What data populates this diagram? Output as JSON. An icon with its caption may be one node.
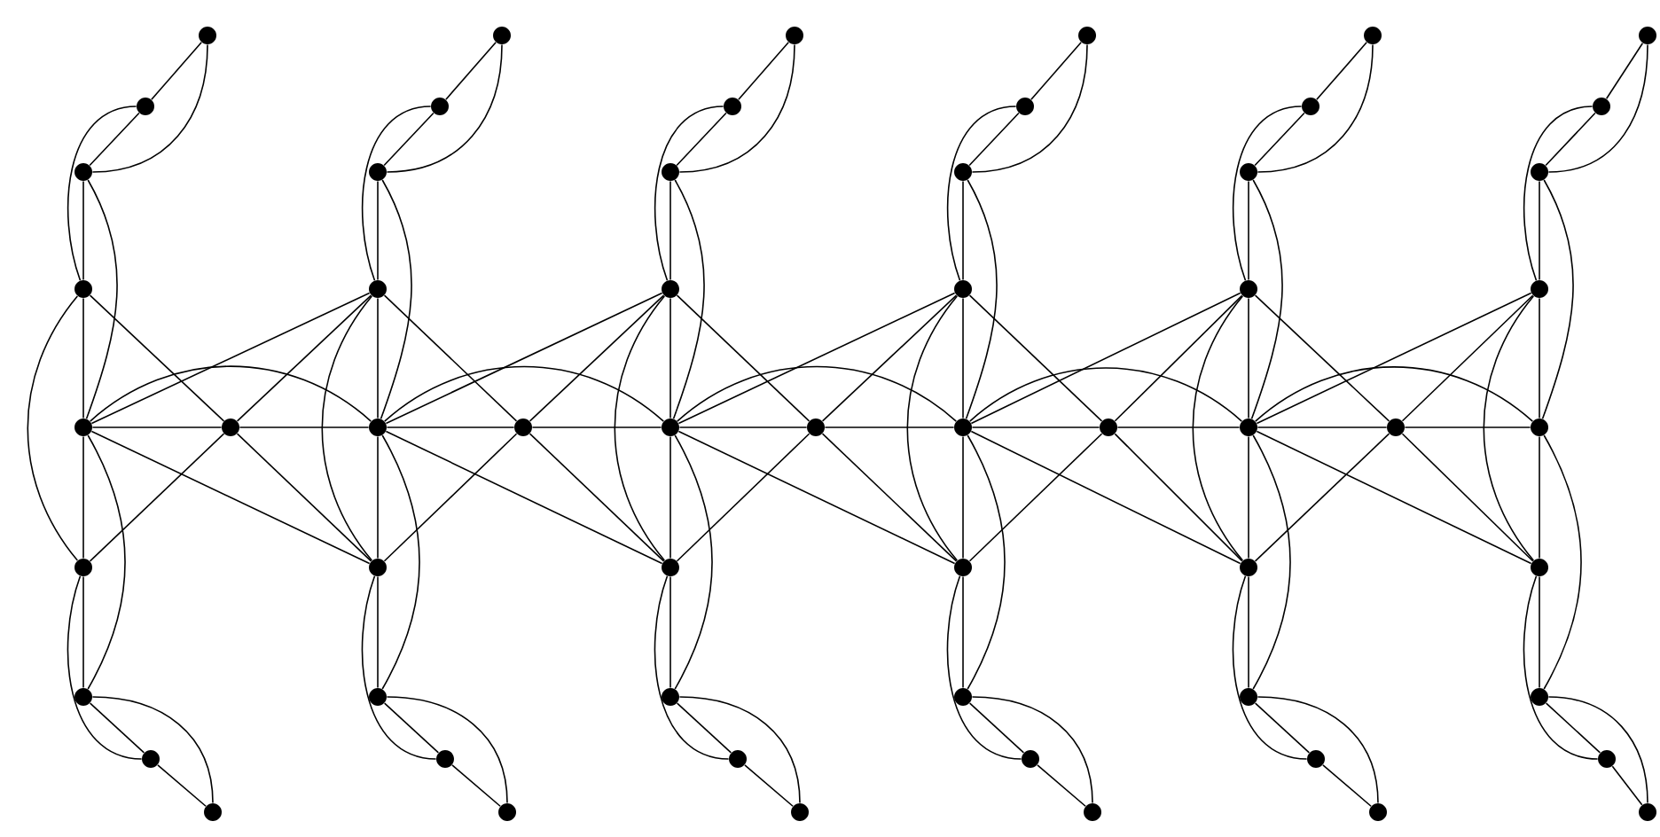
{
  "diagram": {
    "nodes": [
      {
        "text": [],
        "shape": "circle"
      },
      {
        "text": [],
        "shape": "circle"
      },
      {
        "text": [],
        "shape": "circle"
      },
      {
        "text": [],
        "shape": "circle"
      },
      {
        "text": [],
        "shape": "circle"
      },
      {
        "text": [],
        "shape": "circle"
      },
      {
        "text": [],
        "shape": "circle"
      },
      {
        "text": [],
        "shape": "circle"
      },
      {
        "text": [],
        "shape": "circle"
      },
      {
        "text": [],
        "shape": "circle"
      },
      {
        "text": [],
        "shape": "circle"
      },
      {
        "text": [],
        "shape": "circle"
      },
      {
        "text": [],
        "shape": "circle"
      },
      {
        "text": [],
        "shape": "circle"
      },
      {
        "text": [],
        "shape": "circle"
      },
      {
        "text": [],
        "shape": "circle"
      },
      {
        "text": [],
        "shape": "circle"
      },
      {
        "text": [],
        "shape": "circle"
      },
      {
        "text": [],
        "shape": "circle"
      },
      {
        "text": [],
        "shape": "circle"
      },
      {
        "text": [],
        "shape": "circle"
      },
      {
        "text": [],
        "shape": "circle"
      },
      {
        "text": [],
        "shape": "circle"
      },
      {
        "text": [],
        "shape": "circle"
      },
      {
        "text": [],
        "shape": "circle"
      },
      {
        "text": [],
        "shape": "circle"
      },
      {
        "text": [],
        "shape": "circle"
      },
      {
        "text": [],
        "shape": "circle"
      },
      {
        "text": [],
        "shape": "circle"
      },
      {
        "text": [],
        "shape": "circle"
      },
      {
        "text": [],
        "shape": "circle"
      },
      {
        "text": [],
        "shape": "circle"
      },
      {
        "text": [],
        "shape": "circle"
      },
      {
        "text": [],
        "shape": "circle"
      },
      {
        "text": [],
        "shape": "circle"
      },
      {
        "text": [],
        "shape": "circle"
      },
      {
        "text": [],
        "shape": "circle"
      },
      {
        "text": [],
        "shape": "circle"
      },
      {
        "text": [],
        "shape": "circle"
      },
      {
        "text": [],
        "shape": "circle"
      },
      {
        "text": [],
        "shape": "circle"
      },
      {
        "text": [],
        "shape": "circle"
      },
      {
        "text": [],
        "shape": "circle"
      },
      {
        "text": [],
        "shape": "circle"
      },
      {
        "text": [],
        "shape": "circle"
      },
      {
        "text": [],
        "shape": "circle"
      },
      {
        "text": [],
        "shape": "circle"
      },
      {
        "text": [],
        "shape": "circle"
      },
      {
        "text": [],
        "shape": "circle"
      },
      {
        "text": [],
        "shape": "circle"
      },
      {
        "text": [],
        "shape": "circle"
      },
      {
        "text": [],
        "shape": "circle"
      },
      {
        "text": [],
        "shape": "circle"
      },
      {
        "text": [],
        "shape": "circle"
      },
      {
        "text": [],
        "shape": "circle"
      },
      {
        "text": [],
        "shape": "circle"
      },
      {
        "text": [],
        "shape": "circle"
      },
      {
        "text": [],
        "shape": "circle"
      },
      {
        "text": [],
        "shape": "circle"
      }
    ],
    "edges": [
      {
        "from": 0,
        "to": 1,
        "arrow": "none"
      },
      {
        "from": 1,
        "to": 2,
        "arrow": "none"
      },
      {
        "from": 0,
        "to": 2,
        "arrow": "none"
      },
      {
        "from": 1,
        "to": 3,
        "arrow": "none"
      },
      {
        "from": 2,
        "to": 3,
        "arrow": "none"
      },
      {
        "from": 3,
        "to": 4,
        "arrow": "none"
      },
      {
        "from": 4,
        "to": 5,
        "arrow": "none"
      },
      {
        "from": 5,
        "to": 6,
        "arrow": "none"
      },
      {
        "from": 2,
        "to": 4,
        "arrow": "none"
      },
      {
        "from": 6,
        "to": 7,
        "arrow": "none"
      },
      {
        "from": 7,
        "to": 8,
        "arrow": "none"
      },
      {
        "from": 6,
        "to": 8,
        "arrow": "none"
      },
      {
        "from": 5,
        "to": 7,
        "arrow": "none"
      },
      {
        "from": 4,
        "to": 6,
        "arrow": "none"
      },
      {
        "from": 3,
        "to": 5,
        "arrow": "none"
      },
      {
        "from": 9,
        "to": 10,
        "arrow": "none"
      },
      {
        "from": 10,
        "to": 11,
        "arrow": "none"
      },
      {
        "from": 9,
        "to": 11,
        "arrow": "none"
      },
      {
        "from": 10,
        "to": 12,
        "arrow": "none"
      },
      {
        "from": 11,
        "to": 12,
        "arrow": "none"
      },
      {
        "from": 12,
        "to": 13,
        "arrow": "none"
      },
      {
        "from": 13,
        "to": 14,
        "arrow": "none"
      },
      {
        "from": 14,
        "to": 15,
        "arrow": "none"
      },
      {
        "from": 11,
        "to": 13,
        "arrow": "none"
      },
      {
        "from": 15,
        "to": 16,
        "arrow": "none"
      },
      {
        "from": 16,
        "to": 17,
        "arrow": "none"
      },
      {
        "from": 15,
        "to": 17,
        "arrow": "none"
      },
      {
        "from": 14,
        "to": 16,
        "arrow": "none"
      },
      {
        "from": 13,
        "to": 15,
        "arrow": "none"
      },
      {
        "from": 12,
        "to": 14,
        "arrow": "none"
      },
      {
        "from": 18,
        "to": 19,
        "arrow": "none"
      },
      {
        "from": 19,
        "to": 20,
        "arrow": "none"
      },
      {
        "from": 18,
        "to": 20,
        "arrow": "none"
      },
      {
        "from": 19,
        "to": 21,
        "arrow": "none"
      },
      {
        "from": 20,
        "to": 21,
        "arrow": "none"
      },
      {
        "from": 21,
        "to": 22,
        "arrow": "none"
      },
      {
        "from": 22,
        "to": 23,
        "arrow": "none"
      },
      {
        "from": 23,
        "to": 24,
        "arrow": "none"
      },
      {
        "from": 20,
        "to": 22,
        "arrow": "none"
      },
      {
        "from": 24,
        "to": 25,
        "arrow": "none"
      },
      {
        "from": 25,
        "to": 26,
        "arrow": "none"
      },
      {
        "from": 24,
        "to": 26,
        "arrow": "none"
      },
      {
        "from": 23,
        "to": 25,
        "arrow": "none"
      },
      {
        "from": 22,
        "to": 24,
        "arrow": "none"
      },
      {
        "from": 21,
        "to": 23,
        "arrow": "none"
      },
      {
        "from": 27,
        "to": 28,
        "arrow": "none"
      },
      {
        "from": 28,
        "to": 29,
        "arrow": "none"
      },
      {
        "from": 27,
        "to": 29,
        "arrow": "none"
      },
      {
        "from": 28,
        "to": 30,
        "arrow": "none"
      },
      {
        "from": 29,
        "to": 30,
        "arrow": "none"
      },
      {
        "from": 30,
        "to": 31,
        "arrow": "none"
      },
      {
        "from": 31,
        "to": 32,
        "arrow": "none"
      },
      {
        "from": 32,
        "to": 33,
        "arrow": "none"
      },
      {
        "from": 29,
        "to": 31,
        "arrow": "none"
      },
      {
        "from": 33,
        "to": 34,
        "arrow": "none"
      },
      {
        "from": 34,
        "to": 35,
        "arrow": "none"
      },
      {
        "from": 33,
        "to": 35,
        "arrow": "none"
      },
      {
        "from": 32,
        "to": 34,
        "arrow": "none"
      },
      {
        "from": 31,
        "to": 33,
        "arrow": "none"
      },
      {
        "from": 30,
        "to": 32,
        "arrow": "none"
      },
      {
        "from": 36,
        "to": 37,
        "arrow": "none"
      },
      {
        "from": 37,
        "to": 38,
        "arrow": "none"
      },
      {
        "from": 36,
        "to": 38,
        "arrow": "none"
      },
      {
        "from": 37,
        "to": 39,
        "arrow": "none"
      },
      {
        "from": 38,
        "to": 39,
        "arrow": "none"
      },
      {
        "from": 39,
        "to": 40,
        "arrow": "none"
      },
      {
        "from": 40,
        "to": 41,
        "arrow": "none"
      },
      {
        "from": 41,
        "to": 42,
        "arrow": "none"
      },
      {
        "from": 38,
        "to": 40,
        "arrow": "none"
      },
      {
        "from": 42,
        "to": 43,
        "arrow": "none"
      },
      {
        "from": 43,
        "to": 44,
        "arrow": "none"
      },
      {
        "from": 42,
        "to": 44,
        "arrow": "none"
      },
      {
        "from": 41,
        "to": 43,
        "arrow": "none"
      },
      {
        "from": 40,
        "to": 42,
        "arrow": "none"
      },
      {
        "from": 39,
        "to": 41,
        "arrow": "none"
      },
      {
        "from": 45,
        "to": 46,
        "arrow": "none"
      },
      {
        "from": 46,
        "to": 47,
        "arrow": "none"
      },
      {
        "from": 45,
        "to": 47,
        "arrow": "none"
      },
      {
        "from": 46,
        "to": 48,
        "arrow": "none"
      },
      {
        "from": 47,
        "to": 48,
        "arrow": "none"
      },
      {
        "from": 48,
        "to": 49,
        "arrow": "none"
      },
      {
        "from": 49,
        "to": 50,
        "arrow": "none"
      },
      {
        "from": 50,
        "to": 51,
        "arrow": "none"
      },
      {
        "from": 47,
        "to": 49,
        "arrow": "none"
      },
      {
        "from": 51,
        "to": 52,
        "arrow": "none"
      },
      {
        "from": 52,
        "to": 53,
        "arrow": "none"
      },
      {
        "from": 51,
        "to": 53,
        "arrow": "none"
      },
      {
        "from": 50,
        "to": 52,
        "arrow": "none"
      },
      {
        "from": 49,
        "to": 51,
        "arrow": "none"
      },
      {
        "from": 48,
        "to": 50,
        "arrow": "none"
      },
      {
        "from": 3,
        "to": 54,
        "arrow": "none"
      },
      {
        "from": 54,
        "to": 12,
        "arrow": "none"
      },
      {
        "from": 5,
        "to": 54,
        "arrow": "none"
      },
      {
        "from": 54,
        "to": 14,
        "arrow": "none"
      },
      {
        "from": 4,
        "to": 54,
        "arrow": "none"
      },
      {
        "from": 54,
        "to": 13,
        "arrow": "none"
      },
      {
        "from": 4,
        "to": 12,
        "arrow": "none"
      },
      {
        "from": 4,
        "to": 14,
        "arrow": "none"
      },
      {
        "from": 4,
        "to": 13,
        "arrow": "none"
      },
      {
        "from": 12,
        "to": 55,
        "arrow": "none"
      },
      {
        "from": 55,
        "to": 21,
        "arrow": "none"
      },
      {
        "from": 14,
        "to": 55,
        "arrow": "none"
      },
      {
        "from": 55,
        "to": 23,
        "arrow": "none"
      },
      {
        "from": 13,
        "to": 55,
        "arrow": "none"
      },
      {
        "from": 55,
        "to": 22,
        "arrow": "none"
      },
      {
        "from": 13,
        "to": 21,
        "arrow": "none"
      },
      {
        "from": 13,
        "to": 23,
        "arrow": "none"
      },
      {
        "from": 13,
        "to": 22,
        "arrow": "none"
      },
      {
        "from": 21,
        "to": 56,
        "arrow": "none"
      },
      {
        "from": 56,
        "to": 30,
        "arrow": "none"
      },
      {
        "from": 23,
        "to": 56,
        "arrow": "none"
      },
      {
        "from": 56,
        "to": 32,
        "arrow": "none"
      },
      {
        "from": 22,
        "to": 56,
        "arrow": "none"
      },
      {
        "from": 56,
        "to": 31,
        "arrow": "none"
      },
      {
        "from": 22,
        "to": 30,
        "arrow": "none"
      },
      {
        "from": 22,
        "to": 32,
        "arrow": "none"
      },
      {
        "from": 22,
        "to": 31,
        "arrow": "none"
      },
      {
        "from": 30,
        "to": 57,
        "arrow": "none"
      },
      {
        "from": 57,
        "to": 39,
        "arrow": "none"
      },
      {
        "from": 32,
        "to": 57,
        "arrow": "none"
      },
      {
        "from": 57,
        "to": 41,
        "arrow": "none"
      },
      {
        "from": 31,
        "to": 57,
        "arrow": "none"
      },
      {
        "from": 57,
        "to": 40,
        "arrow": "none"
      },
      {
        "from": 31,
        "to": 39,
        "arrow": "none"
      },
      {
        "from": 31,
        "to": 41,
        "arrow": "none"
      },
      {
        "from": 31,
        "to": 40,
        "arrow": "none"
      },
      {
        "from": 39,
        "to": 58,
        "arrow": "none"
      },
      {
        "from": 58,
        "to": 48,
        "arrow": "none"
      },
      {
        "from": 41,
        "to": 58,
        "arrow": "none"
      },
      {
        "from": 58,
        "to": 50,
        "arrow": "none"
      },
      {
        "from": 40,
        "to": 58,
        "arrow": "none"
      },
      {
        "from": 58,
        "to": 49,
        "arrow": "none"
      },
      {
        "from": 40,
        "to": 48,
        "arrow": "none"
      },
      {
        "from": 40,
        "to": 50,
        "arrow": "none"
      },
      {
        "from": 40,
        "to": 49,
        "arrow": "none"
      }
    ]
  }
}
